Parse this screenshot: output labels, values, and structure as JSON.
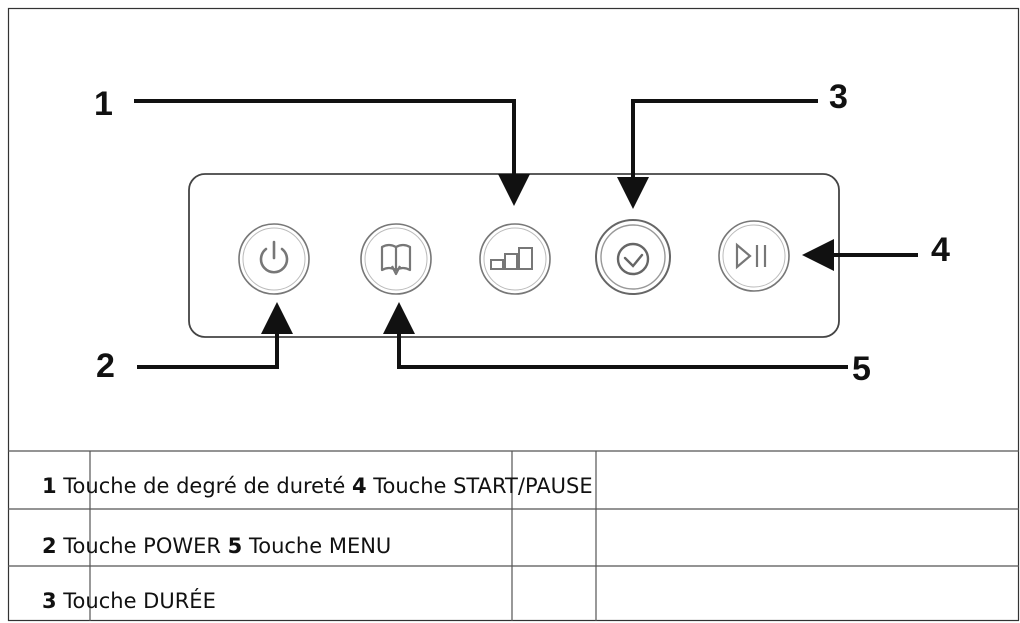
{
  "callouts": {
    "c1": "1",
    "c2": "2",
    "c3": "3",
    "c4": "4",
    "c5": "5"
  },
  "buttons": [
    {
      "icon": "power-icon"
    },
    {
      "icon": "book-icon"
    },
    {
      "icon": "hardness-bars-icon"
    },
    {
      "icon": "timer-icon"
    },
    {
      "icon": "play-pause-icon"
    }
  ],
  "legend": {
    "row1": {
      "n1": "1",
      "t1": " Touche de degré de dureté ",
      "n2": "4",
      "t2": " Touche START/PAUSE"
    },
    "row2": {
      "n1": "2",
      "t1": " Touche POWER ",
      "n2": "5",
      "t2": " Touche MENU"
    },
    "row3": {
      "n1": "3",
      "t1": " Touche DURÉE"
    }
  }
}
